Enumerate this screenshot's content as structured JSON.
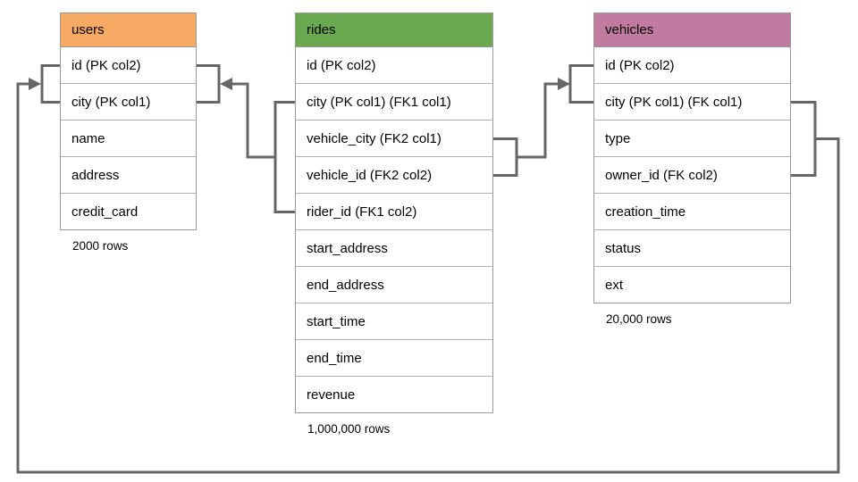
{
  "diagram": {
    "background_color": "#ffffff",
    "line_color": "#666666",
    "table_border_color": "#999999",
    "row_divider_color": "#b0b0b0",
    "text_color": "#000000"
  },
  "tables": [
    {
      "name": "users",
      "header_color": "#f6a962",
      "columns": [
        "id (PK col2)",
        "city (PK col1)",
        "name",
        "address",
        "credit_card"
      ],
      "row_count_label": "2000 rows"
    },
    {
      "name": "rides",
      "header_color": "#6aa84f",
      "columns": [
        "id (PK col2)",
        "city (PK col1) (FK1 col1)",
        "vehicle_city (FK2 col1)",
        "vehicle_id (FK2 col2)",
        "rider_id (FK1 col2)",
        "start_address",
        "end_address",
        "start_time",
        "end_time",
        "revenue"
      ],
      "row_count_label": "1,000,000 rows"
    },
    {
      "name": "vehicles",
      "header_color": "#c27ba0",
      "columns": [
        "id (PK col2)",
        "city (PK col1) (FK col1)",
        "type",
        "owner_id (FK col2)",
        "creation_time",
        "status",
        "ext"
      ],
      "row_count_label": "20,000 rows"
    }
  ],
  "relationships": [
    {
      "label": "FK1",
      "from_table": "rides",
      "from_columns": "city, rider_id",
      "to_table": "users",
      "to_columns": "id, city"
    },
    {
      "label": "FK2",
      "from_table": "rides",
      "from_columns": "vehicle_city, vehicle_id",
      "to_table": "vehicles",
      "to_columns": "id, city"
    },
    {
      "label": "FK",
      "from_table": "vehicles",
      "from_columns": "city, owner_id",
      "to_table": "users",
      "to_columns": "id, city"
    }
  ]
}
